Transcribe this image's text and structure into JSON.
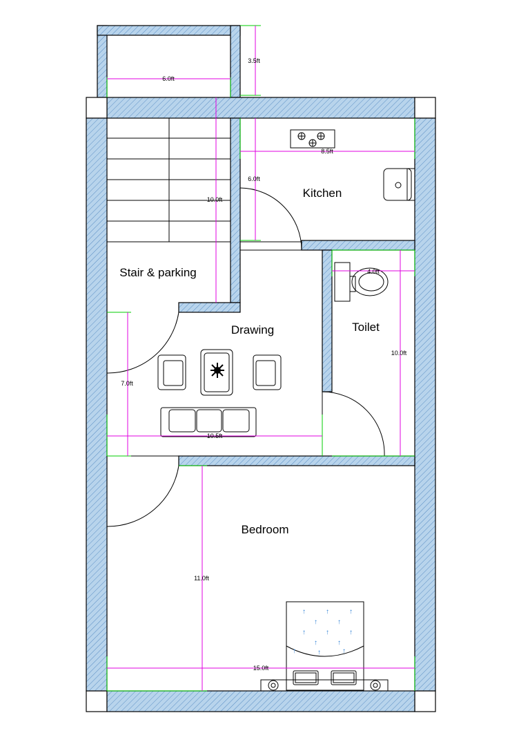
{
  "rooms": {
    "stair_parking": "Stair & parking",
    "kitchen": "Kitchen",
    "drawing": "Drawing",
    "toilet": "Toilet",
    "bedroom": "Bedroom"
  },
  "dimensions": {
    "balcony_width": "6.0ft",
    "balcony_depth": "3.5ft",
    "kitchen_width": "8.5ft",
    "kitchen_depth": "6.0ft",
    "stair_length": "10.0ft",
    "toilet_width": "4.0ft",
    "toilet_length": "10.0ft",
    "drawing_depth": "7.0ft",
    "drawing_width": "10.5ft",
    "bedroom_depth": "11.0ft",
    "bedroom_width": "15.0ft"
  },
  "colors": {
    "wall_fill": "#b8d4ec",
    "wall_hatch": "#5a8ec4",
    "dimension_line": "#e000e0",
    "reference_line": "#00cc00",
    "bed_pattern": "#2a7fd4"
  }
}
